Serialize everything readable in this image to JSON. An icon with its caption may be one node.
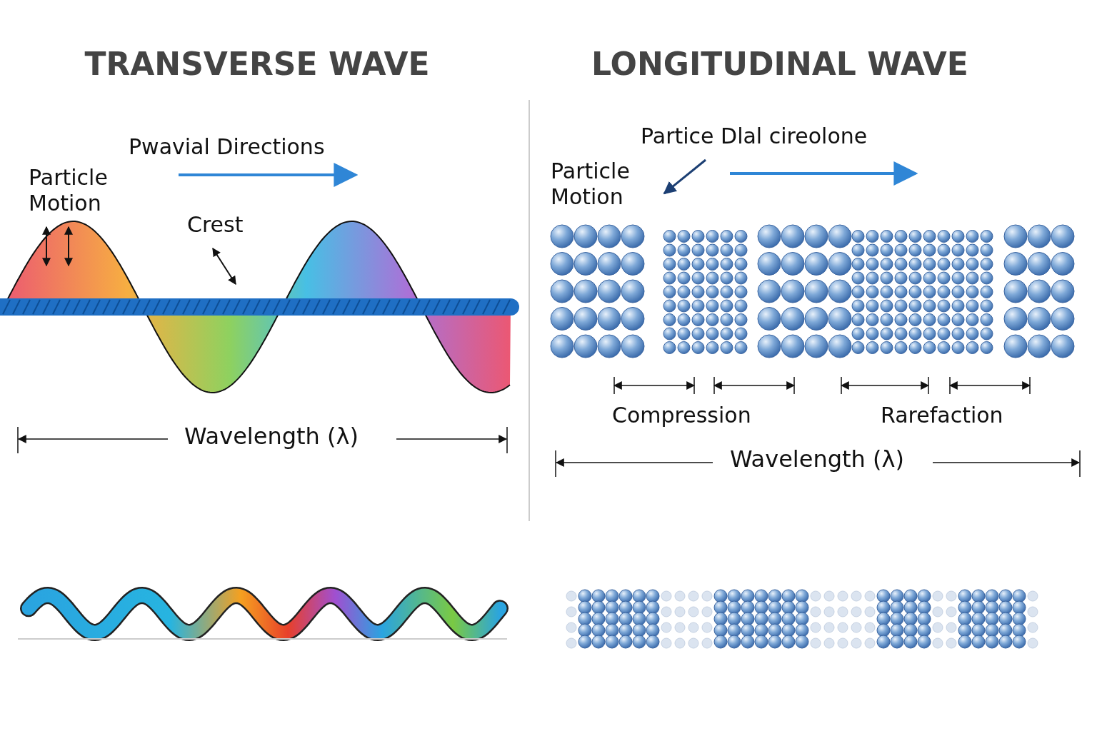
{
  "diagram": {
    "labels": [
      "TRANSVERSE WAVE",
      "LONGITUDINAL WAVE",
      "Pwavial Directions",
      "Particle Motion",
      "Crest",
      "Wavelength (λ)",
      "Partice Dlal cireolone",
      "Particle Motion",
      "Compression",
      "Rarefaction",
      "Wavelength (λ)"
    ]
  }
}
